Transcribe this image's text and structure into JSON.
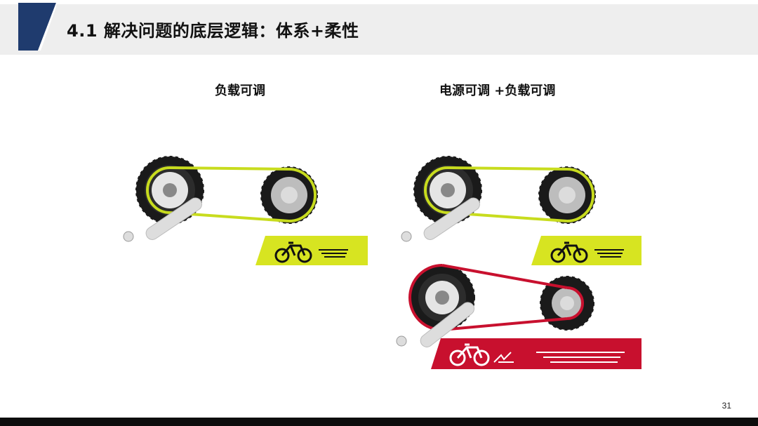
{
  "slide": {
    "title": "4.1 解决问题的底层逻辑：体系+柔性",
    "page_number": "31"
  },
  "columns": {
    "left_label": "负载可调",
    "right_label": "电源可调 +负载可调"
  },
  "colors": {
    "header_band": "#eeeeee",
    "header_flag": "#1f3b6e",
    "chain_yellow": "#c8dc1e",
    "chain_red": "#c8102e",
    "banner_yellow": "#d7e421",
    "banner_red": "#c8102e",
    "footer_bar": "#0d0d0d"
  },
  "icons": [
    "bicycle-icon",
    "speed-lines-icon",
    "lightning-icon",
    "crank-icon",
    "chainring-icon",
    "sprocket-icon"
  ]
}
